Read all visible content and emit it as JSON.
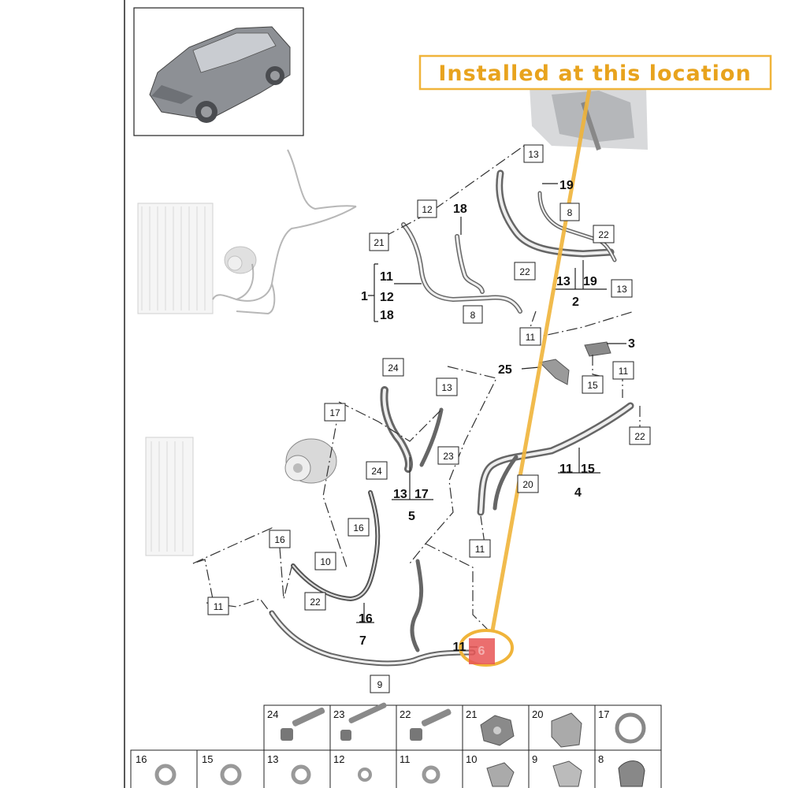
{
  "callout": {
    "text": "Installed at this location",
    "color": "#f0b43a"
  },
  "highlight": {
    "label": "6",
    "prefix": "11",
    "color": "#e83a3a"
  },
  "group_labels": {
    "g1": {
      "number": "1",
      "items": [
        "11",
        "12",
        "18"
      ]
    },
    "g2": {
      "number": "2",
      "items": [
        "13",
        "19"
      ]
    },
    "g3": {
      "number": "3"
    },
    "g4": {
      "number": "4",
      "items": [
        "11",
        "15"
      ]
    },
    "g5": {
      "number": "5",
      "items": [
        "13",
        "17"
      ]
    },
    "g7": {
      "number": "7",
      "items": [
        "16"
      ]
    },
    "g25": {
      "number": "25"
    },
    "g18": {
      "number": "18"
    },
    "g19": {
      "number": "19"
    }
  },
  "boxes": {
    "b13a": "13",
    "b12": "12",
    "b21": "21",
    "b8a": "8",
    "b22a": "22",
    "b22b": "22",
    "b13b": "13",
    "b8b": "8",
    "b11a": "11",
    "b11b": "11",
    "b15": "15",
    "b22c": "22",
    "b24a": "24",
    "b13c": "13",
    "b17": "17",
    "b23": "23",
    "b20": "20",
    "b24b": "24",
    "b16a": "16",
    "b16b": "16",
    "b10": "10",
    "b22d": "22",
    "b11c": "11",
    "b11d": "11",
    "b9": "9"
  },
  "legend": {
    "row1": [
      "24",
      "23",
      "22",
      "21",
      "20",
      "17"
    ],
    "row2": [
      "16",
      "15",
      "13",
      "12",
      "11",
      "10",
      "9",
      "8"
    ]
  }
}
